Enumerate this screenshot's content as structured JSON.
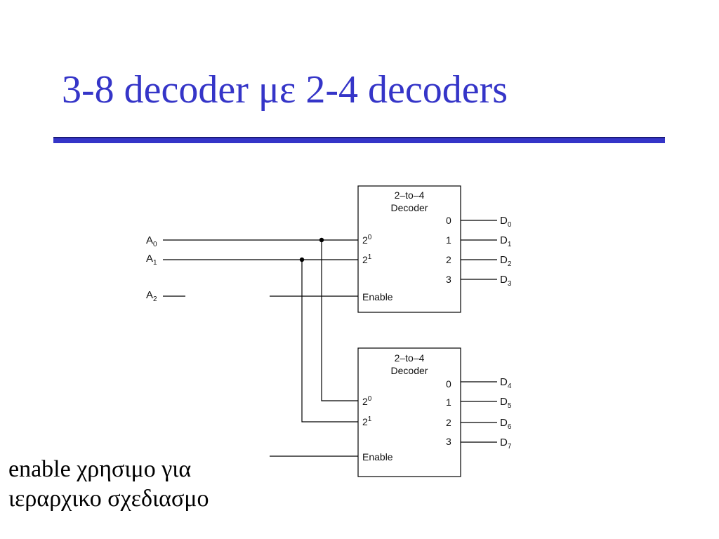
{
  "slide": {
    "title": "3-8 decoder με 2-4 decoders",
    "caption_line1": "enable χρησιμο για",
    "caption_line2": "ιεραρχικο σχεδιασμο"
  },
  "diagram": {
    "inputs": [
      {
        "base": "A",
        "sub": "0"
      },
      {
        "base": "A",
        "sub": "1"
      },
      {
        "base": "A",
        "sub": "2"
      }
    ],
    "decoders": [
      {
        "title_line1": "2–to–4",
        "title_line2": "Decoder",
        "in0_label": "2",
        "in0_exp": "0",
        "in1_label": "2",
        "in1_exp": "1",
        "enable_label": "Enable",
        "output_indices": [
          "0",
          "1",
          "2",
          "3"
        ],
        "outputs": [
          {
            "base": "D",
            "sub": "0"
          },
          {
            "base": "D",
            "sub": "1"
          },
          {
            "base": "D",
            "sub": "2"
          },
          {
            "base": "D",
            "sub": "3"
          }
        ]
      },
      {
        "title_line1": "2–to–4",
        "title_line2": "Decoder",
        "in0_label": "2",
        "in0_exp": "0",
        "in1_label": "2",
        "in1_exp": "1",
        "enable_label": "Enable",
        "output_indices": [
          "0",
          "1",
          "2",
          "3"
        ],
        "outputs": [
          {
            "base": "D",
            "sub": "4"
          },
          {
            "base": "D",
            "sub": "5"
          },
          {
            "base": "D",
            "sub": "6"
          },
          {
            "base": "D",
            "sub": "7"
          }
        ]
      }
    ]
  },
  "colors": {
    "title": "#3535c8",
    "rule": "#3535c8",
    "line": "#000000"
  }
}
